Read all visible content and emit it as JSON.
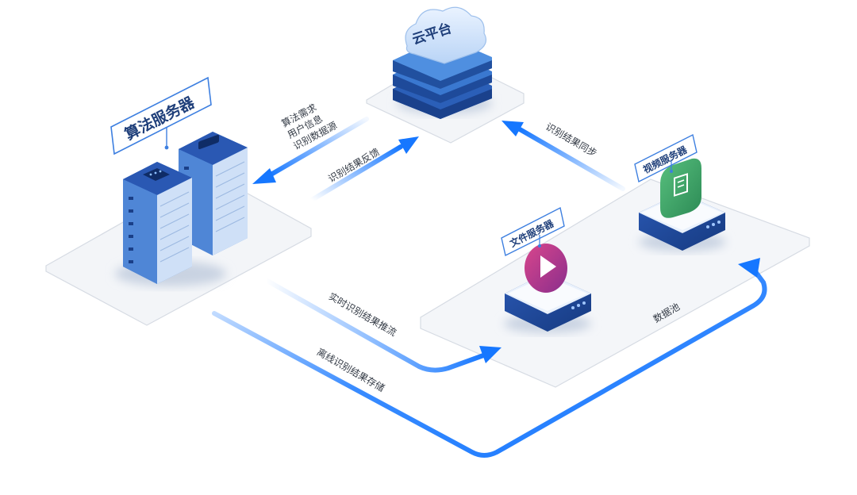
{
  "title_nodes": {
    "cloud": "云平台",
    "algorithm_server": "算法服务器",
    "video_server": "视频服务器",
    "file_server": "文件服务器",
    "data_pool": "数据池"
  },
  "flows": {
    "to_algorithm_lines": [
      "算法需求",
      "用户信息",
      "识别数据源"
    ],
    "feedback": "识别结果反馈",
    "sync": "识别结果同步",
    "realtime": "实时识别结果推流",
    "offline": "离线识别结果存储"
  },
  "colors": {
    "arrow_blue": "#1677ff",
    "server_navy": "#1e3f86",
    "server_blue": "#4f8fe0",
    "label_border": "#3d7fe0",
    "platform": "#f4f6f9",
    "play_magenta": "#c0367f",
    "doc_green": "#3fa86a"
  },
  "icons": [
    "cloud-icon",
    "server-rack-icon",
    "play-icon",
    "document-icon"
  ]
}
